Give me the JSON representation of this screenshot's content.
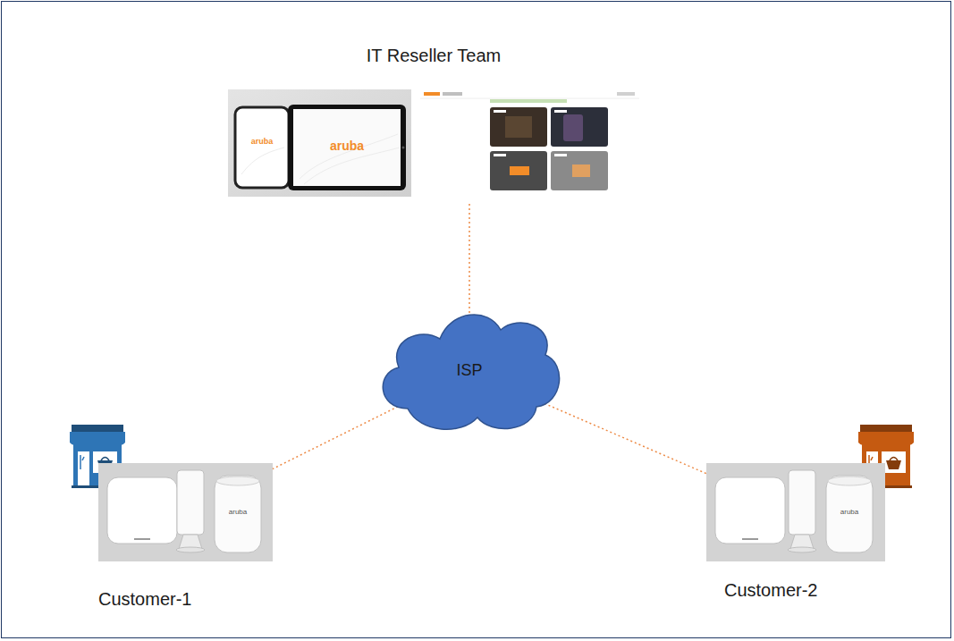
{
  "diagram": {
    "nodes": [
      {
        "text": [
          "IT Reseller Team"
        ]
      },
      {
        "text": [
          "ISP"
        ]
      },
      {
        "text": [
          "Customer-1"
        ]
      },
      {
        "text": [
          "Customer-2"
        ]
      }
    ],
    "edges": [
      {
        "from": 0,
        "to": 1,
        "arrow": "none"
      },
      {
        "from": 1,
        "to": 2,
        "arrow": "none"
      },
      {
        "from": 1,
        "to": 3,
        "arrow": "none"
      }
    ],
    "labels": [
      "aruba",
      "aruba",
      "aruba",
      "aruba"
    ]
  }
}
